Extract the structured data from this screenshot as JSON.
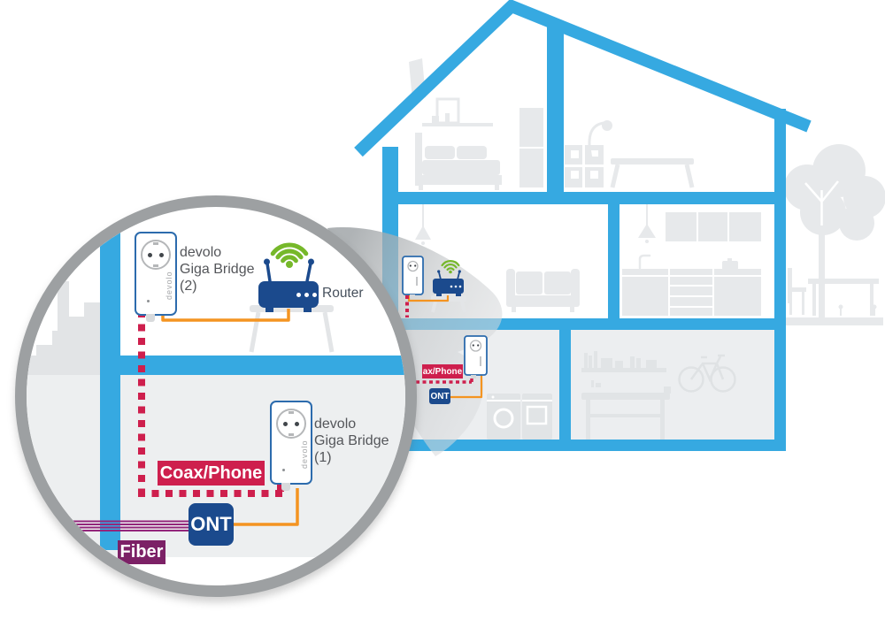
{
  "magnifier": {
    "device2_label": {
      "line1": "devolo",
      "line2": "Giga Bridge",
      "line3": "(2)"
    },
    "device1_label": {
      "line1": "devolo",
      "line2": "Giga Bridge",
      "line3": "(1)"
    },
    "router_label": "Router",
    "coax_badge": "Coax/Phone",
    "ont_label": "ONT",
    "fiber_badge": "Fiber",
    "device_side_text": "devolo"
  },
  "house_scene": {
    "coax_badge_visible": "ax/Phone",
    "ont_label": "ONT"
  },
  "colors": {
    "house_blue": "#36a9e1",
    "device_border_blue": "#2c6bad",
    "router_ont_blue": "#1b4a8d",
    "coax_red": "#ce1f4d",
    "cable_orange": "#f49421",
    "wifi_green": "#76b82a",
    "fiber_purple": "#7c2166",
    "ring_gray": "#9da0a2",
    "label_gray": "#54565a",
    "furniture_gray": "#e7e9eb"
  }
}
